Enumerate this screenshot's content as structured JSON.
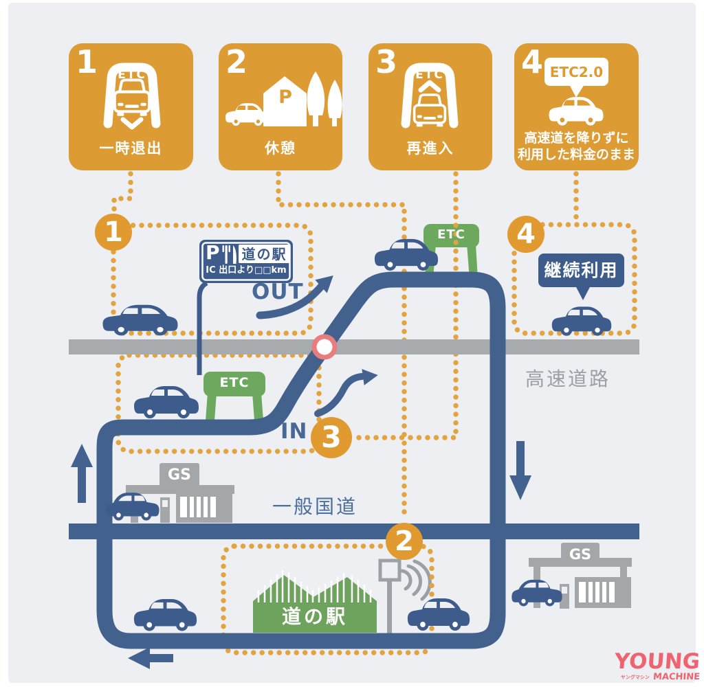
{
  "steps": [
    {
      "num": "1",
      "label": "一時退出"
    },
    {
      "num": "2",
      "label": "休憩"
    },
    {
      "num": "3",
      "label": "再進入"
    },
    {
      "num": "4",
      "label_line1": "高速道を降りずに",
      "label_line2": "利用した料金のまま"
    }
  ],
  "markers": {
    "m1": "1",
    "m2": "2",
    "m3": "3",
    "m4": "4"
  },
  "labels": {
    "etc": "ETC",
    "etc20": "ETC2.0",
    "parking": "P",
    "sign_parking": "P",
    "sign_michinoeki": "道の駅",
    "sign_distance": "IC 出口より□□km",
    "out": "OUT",
    "in": "IN",
    "keizoku": "継続利用",
    "expressway": "高速道路",
    "general_road": "一般国道",
    "gs": "GS",
    "michinoeki": "道の駅"
  },
  "logo": {
    "young": "YOUNG",
    "kana": "ヤングマシン",
    "machine": "MACHINE"
  },
  "colors": {
    "box_orange": "#dd9b33",
    "dot_orange": "#e2a43e",
    "circle_orange": "#e09a30",
    "car_blue": "#3d5c8c",
    "road_blue": "#42618d",
    "gate_green": "#6ca95f",
    "building_green": "#6da35d",
    "road_gray": "#a8abae",
    "junction_pink": "#e87d7d",
    "logo_red": "#ef6370",
    "background": "#edeff3"
  }
}
